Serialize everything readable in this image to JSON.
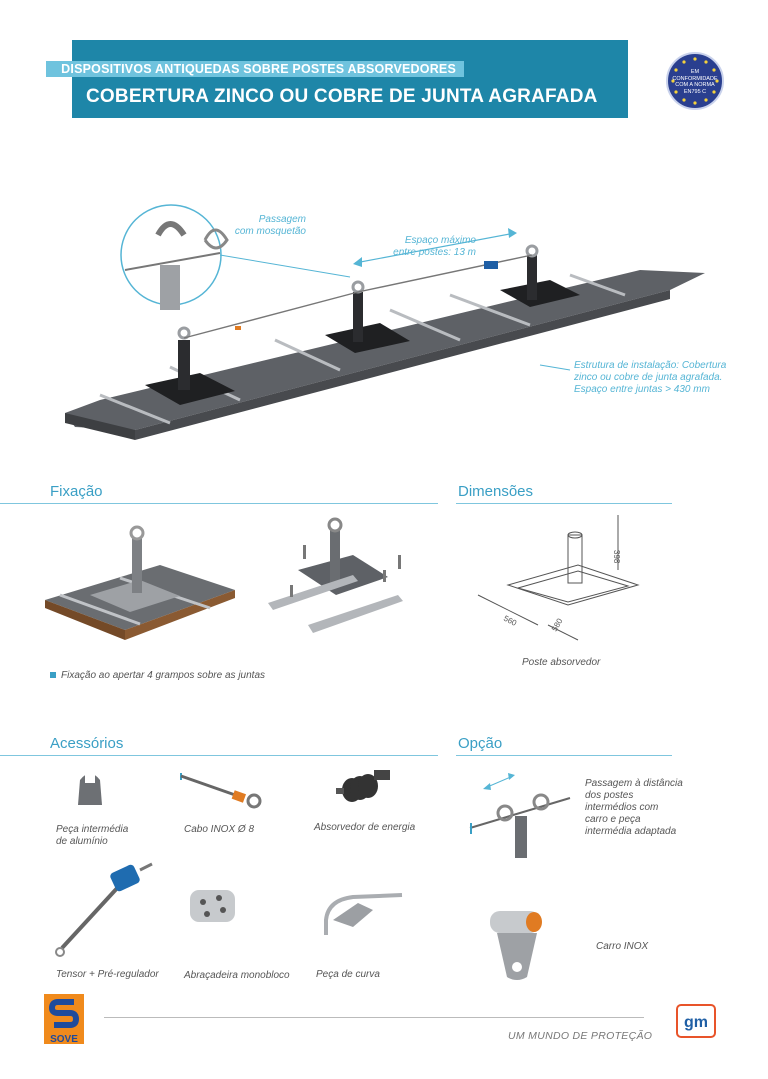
{
  "header": {
    "subtitle": "DISPOSITIVOS ANTIQUEDAS SOBRE POSTES ABSORVEDORES",
    "title": "COBERTURA ZINCO OU COBRE DE JUNTA AGRAFADA",
    "badge_lines": [
      "EM",
      "CONFORMIDADE",
      "COM A NORMA",
      "EN795 C"
    ]
  },
  "main_figure": {
    "callout_passage": [
      "Passagem",
      "com mosquetão"
    ],
    "callout_distance": [
      "Espaço máximo",
      "entre postes: 13 m"
    ],
    "callout_structure": [
      "Estrutura de instalação: Cobertura",
      "zinco ou cobre de junta agrafada.",
      "Espaço entre juntas > 430 mm"
    ]
  },
  "fixacao": {
    "title": "Fixação",
    "note": "Fixação ao apertar 4 grampos sobre as juntas"
  },
  "dimensoes": {
    "title": "Dimensões",
    "caption": "Poste absorvedor",
    "dim_height": "398",
    "dim_width": "560",
    "dim_depth": "580"
  },
  "acessorios": {
    "title": "Acessórios",
    "items": [
      {
        "label": [
          "Peça intermédia",
          "de alumínio"
        ]
      },
      {
        "label": [
          "Cabo INOX Ø 8"
        ]
      },
      {
        "label": [
          "Absorvedor de energia"
        ]
      },
      {
        "label": [
          "Tensor + Pré-regulador"
        ]
      },
      {
        "label": [
          "Abraçadeira monobloco"
        ]
      },
      {
        "label": [
          "Peça de curva"
        ]
      }
    ]
  },
  "opcao": {
    "title": "Opção",
    "text1": [
      "Passagem à distância",
      "dos postes",
      "intermédios com",
      "carro e peça",
      "intermédia adaptada"
    ],
    "text2": "Carro INOX"
  },
  "footer": {
    "slogan": "UM MUNDO DE PROTEÇÃO",
    "brand_left": "SOVE",
    "brand_right": "gm"
  },
  "colors": {
    "header": "#1e86a8",
    "header_sub": "#6fc3de",
    "accent": "#3a9fc5",
    "callout": "#55b5d5"
  }
}
